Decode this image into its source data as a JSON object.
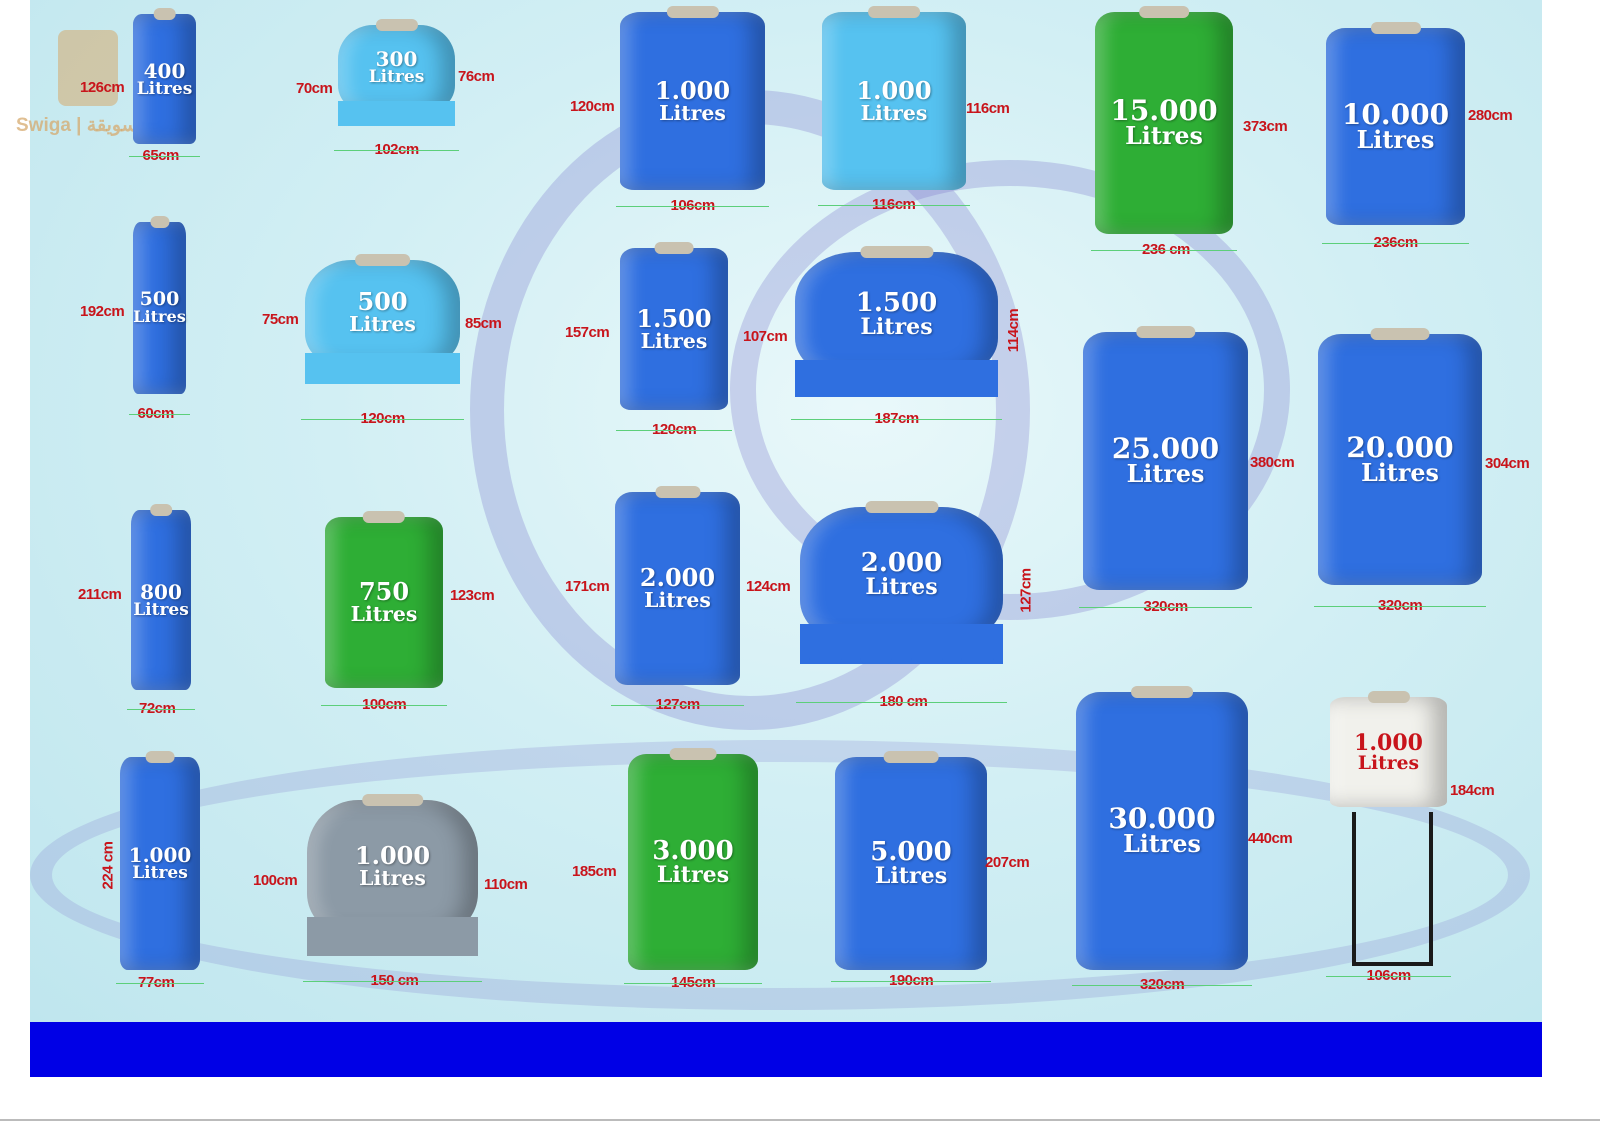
{
  "watermark": {
    "text": "Swiga | سويقة"
  },
  "colors": {
    "blue": "#2f6fe0",
    "light_blue": "#56c2f0",
    "green": "#2eae35",
    "gray": "#8c9aa6",
    "white": "#f1f1ec",
    "dimension_text": "#c8141b",
    "footer_bar": "#0000e6"
  },
  "tanks": [
    {
      "capacity": "400",
      "unit": "Litres",
      "height": "126cm",
      "width": "65cm",
      "color": "blue"
    },
    {
      "capacity": "300",
      "unit": "Litres",
      "height": "70cm",
      "height2": "76cm",
      "width": "102cm",
      "color": "light_blue"
    },
    {
      "capacity": "1.000",
      "unit": "Litres",
      "height": "120cm",
      "width": "106cm",
      "color": "blue"
    },
    {
      "capacity": "1.000",
      "unit": "Litres",
      "height": "116cm",
      "width": "116cm",
      "color": "light_blue"
    },
    {
      "capacity": "15.000",
      "unit": "Litres",
      "height": "373cm",
      "width": "236 cm",
      "color": "green"
    },
    {
      "capacity": "10.000",
      "unit": "Litres",
      "height": "280cm",
      "width": "236cm",
      "color": "blue"
    },
    {
      "capacity": "500",
      "unit": "Litres",
      "height": "192cm",
      "width": "60cm",
      "color": "blue"
    },
    {
      "capacity": "500",
      "unit": "Litres",
      "height": "75cm",
      "height2": "85cm",
      "width": "120cm",
      "color": "light_blue"
    },
    {
      "capacity": "1.500",
      "unit": "Litres",
      "height": "157cm",
      "width": "120cm",
      "color": "blue"
    },
    {
      "capacity": "1.500",
      "unit": "Litres",
      "height": "107cm",
      "height2": "114cm",
      "width": "187cm",
      "color": "blue"
    },
    {
      "capacity": "25.000",
      "unit": "Litres",
      "height": "380cm",
      "width": "320cm",
      "color": "blue"
    },
    {
      "capacity": "20.000",
      "unit": "Litres",
      "height": "304cm",
      "width": "320cm",
      "color": "blue"
    },
    {
      "capacity": "800",
      "unit": "Litres",
      "height": "211cm",
      "width": "72cm",
      "color": "blue"
    },
    {
      "capacity": "750",
      "unit": "Litres",
      "height": "123cm",
      "width": "100cm",
      "color": "green"
    },
    {
      "capacity": "2.000",
      "unit": "Litres",
      "height": "171cm",
      "width": "127cm",
      "color": "blue"
    },
    {
      "capacity": "2.000",
      "unit": "Litres",
      "height": "124cm",
      "height2": "127cm",
      "width": "180 cm",
      "color": "blue"
    },
    {
      "capacity": "1.000",
      "unit": "Litres",
      "height": "224 cm",
      "width": "77cm",
      "color": "blue"
    },
    {
      "capacity": "1.000",
      "unit": "Litres",
      "height": "100cm",
      "height2": "110cm",
      "width": "150 cm",
      "color": "gray"
    },
    {
      "capacity": "3.000",
      "unit": "Litres",
      "height": "185cm",
      "width": "145cm",
      "color": "green"
    },
    {
      "capacity": "5.000",
      "unit": "Litres",
      "height": "207cm",
      "width": "190cm",
      "color": "blue"
    },
    {
      "capacity": "30.000",
      "unit": "Litres",
      "height": "440cm",
      "width": "320cm",
      "color": "blue"
    },
    {
      "capacity": "1.000",
      "unit": "Litres",
      "height": "184cm",
      "width": "106cm",
      "color": "white"
    }
  ]
}
